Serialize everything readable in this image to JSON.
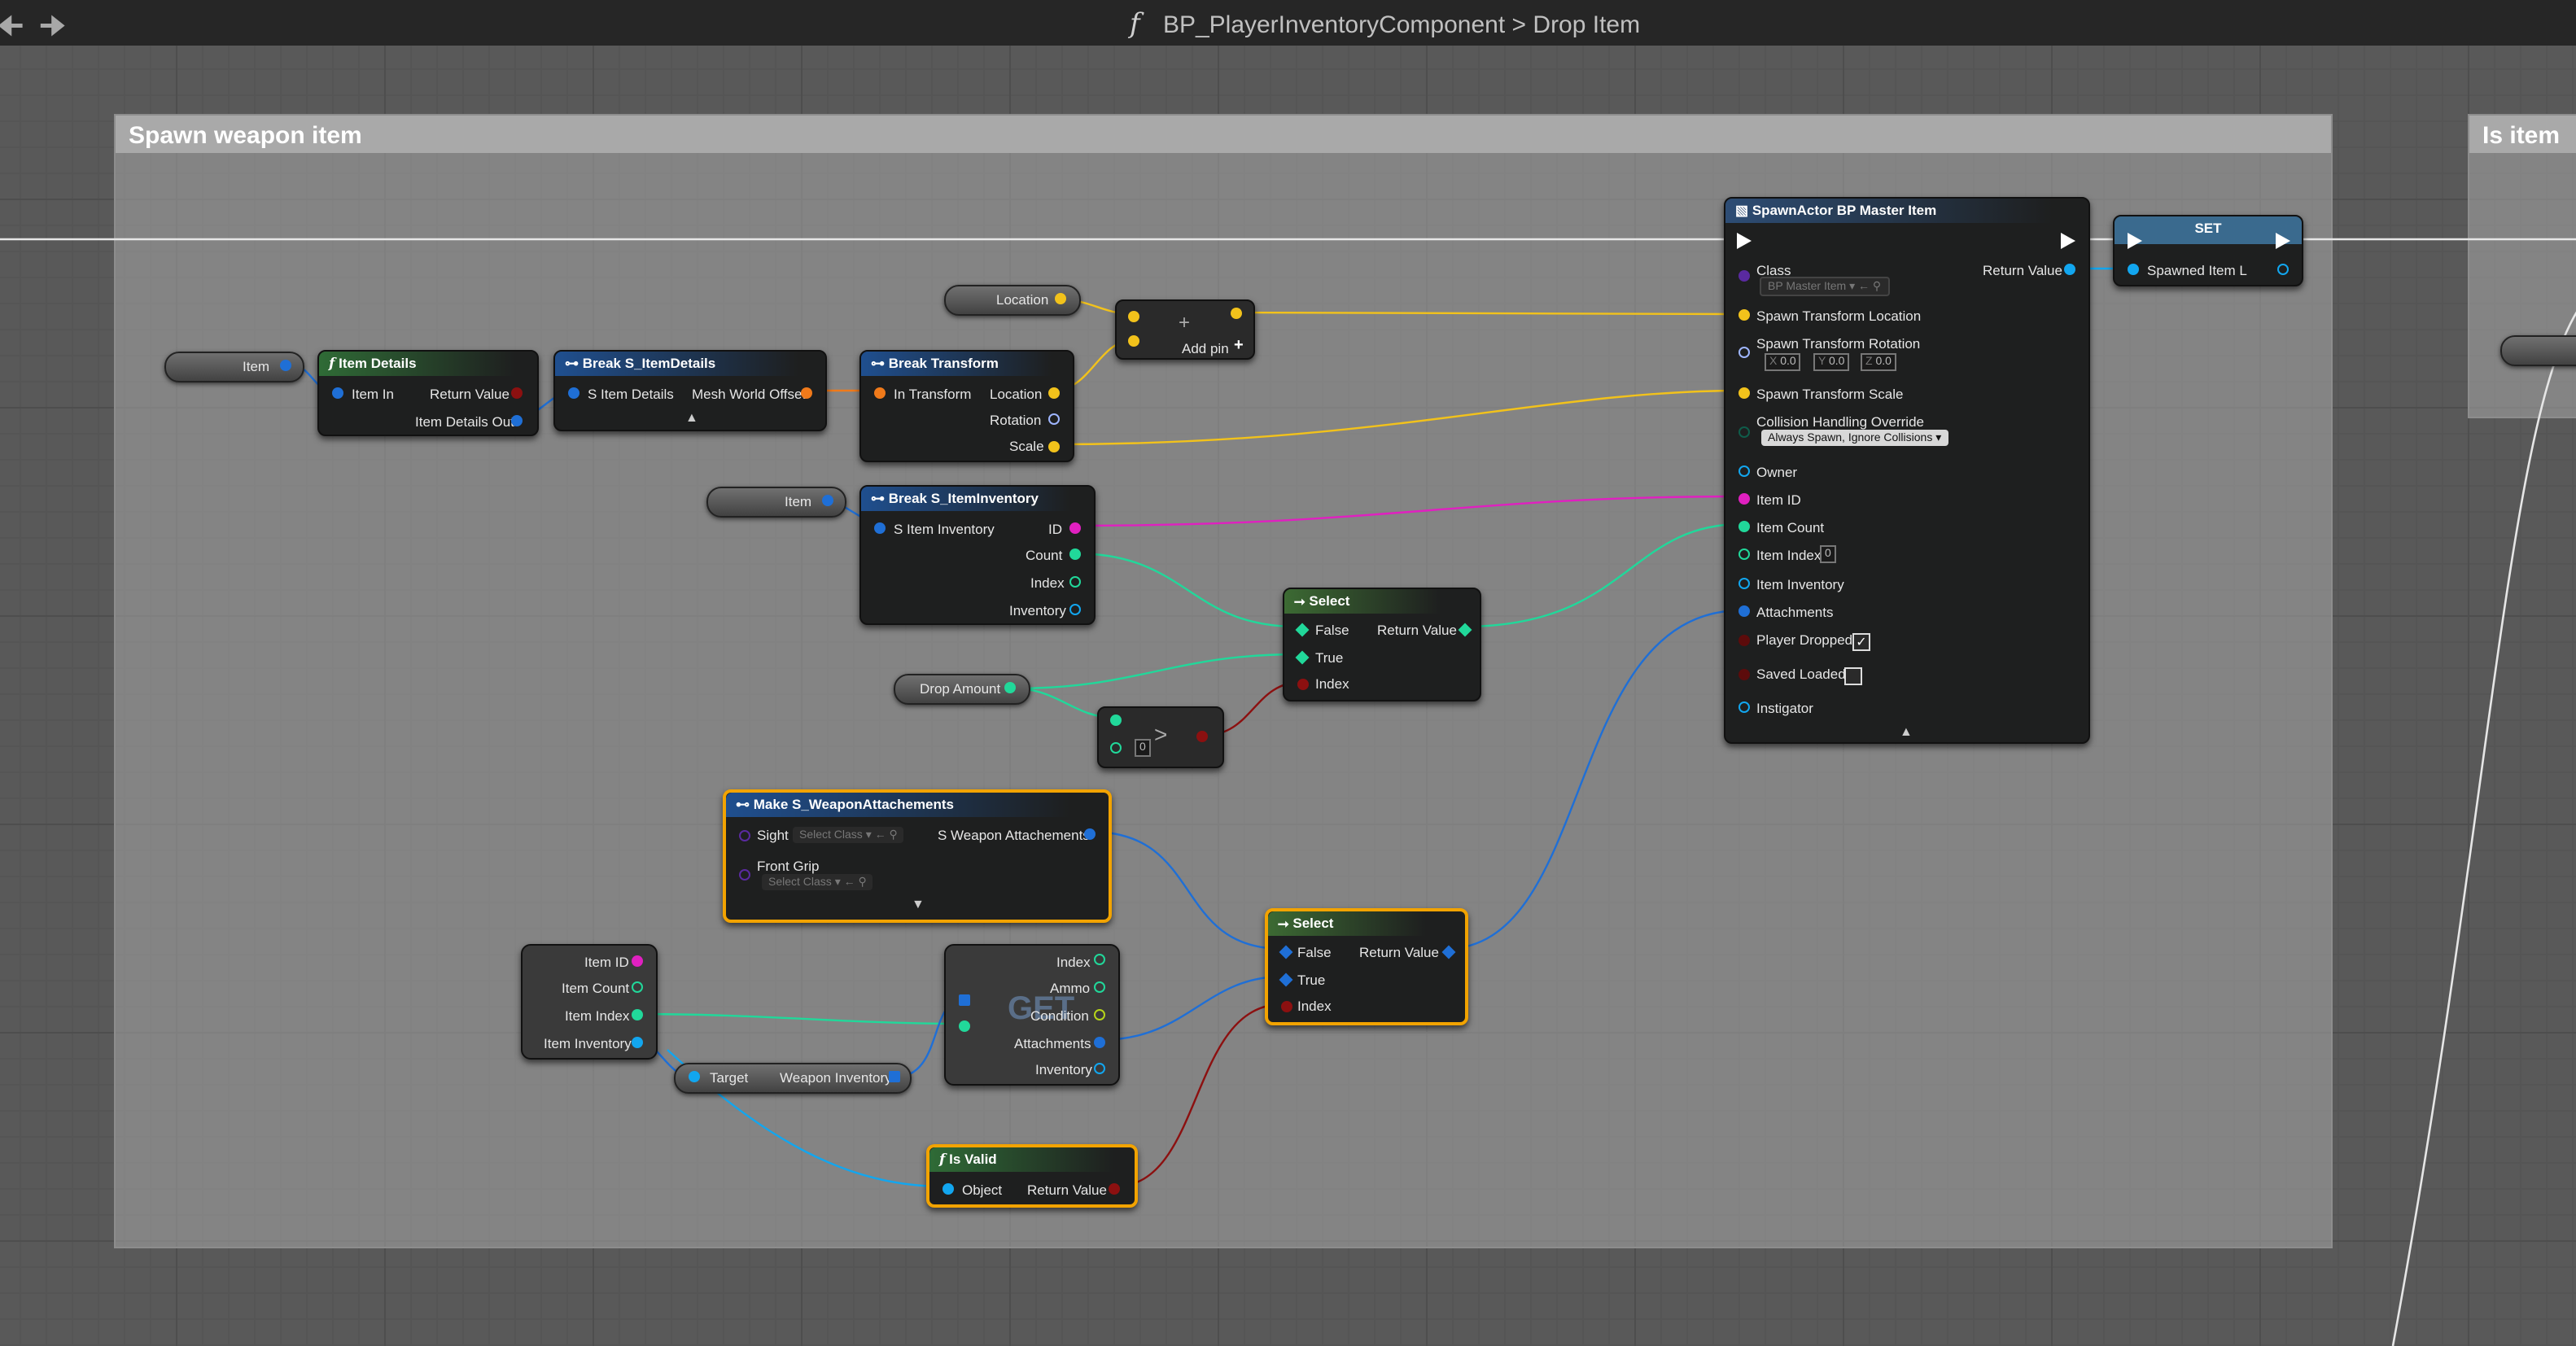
{
  "topbar": {
    "title_icon": "function-icon",
    "breadcrumb_parent": "BP_PlayerInventoryComponent",
    "breadcrumb_sep": ">",
    "breadcrumb_current": "Drop Item"
  },
  "comments": {
    "main": "Spawn weapon item",
    "right": "Is item"
  },
  "nodes": {
    "item_var1": "Item",
    "item_details": {
      "title": "Item Details",
      "in": "Item In",
      "ret": "Return Value",
      "out": "Item Details Out"
    },
    "break_item_details": {
      "title": "Break S_ItemDetails",
      "in": "S Item Details",
      "out": "Mesh World Offset"
    },
    "location_var": "Location",
    "add_pin": "Add pin",
    "break_transform": {
      "title": "Break Transform",
      "in": "In Transform",
      "loc": "Location",
      "rot": "Rotation",
      "scale": "Scale"
    },
    "item_var2": "Item",
    "break_inventory": {
      "title": "Break S_ItemInventory",
      "in": "S Item Inventory",
      "id": "ID",
      "count": "Count",
      "index": "Index",
      "inventory": "Inventory"
    },
    "select1": {
      "title": "Select",
      "false": "False",
      "true": "True",
      "index": "Index",
      "ret": "Return Value"
    },
    "drop_amount": "Drop Amount",
    "greater": {
      "symbol": ">",
      "value": "0"
    },
    "spawn": {
      "title": "SpawnActor BP Master Item",
      "class_label": "Class",
      "class_value": "BP Master Item",
      "ret": "Return Value",
      "loc": "Spawn Transform Location",
      "rot": "Spawn Transform Rotation",
      "rx_label": "X",
      "rx": "0.0",
      "ry_label": "Y",
      "ry": "0.0",
      "rz_label": "Z",
      "rz": "0.0",
      "scale": "Spawn Transform Scale",
      "collision": "Collision Handling Override",
      "collision_value": "Always Spawn, Ignore Collisions",
      "owner": "Owner",
      "item_id": "Item ID",
      "item_count": "Item Count",
      "item_index": "Item Index",
      "item_index_value": "0",
      "item_inventory": "Item Inventory",
      "attachments": "Attachments",
      "player_dropped": "Player Dropped",
      "player_dropped_checked": true,
      "saved_loaded": "Saved Loaded",
      "saved_loaded_checked": false,
      "instigator": "Instigator"
    },
    "set": {
      "title": "SET",
      "var": "Spawned Item L"
    },
    "make_attach": {
      "title": "Make S_WeaponAttachements",
      "sight": "Sight",
      "sight_value": "Select Class",
      "out": "S Weapon Attachements",
      "front": "Front Grip",
      "front_value": "Select Class"
    },
    "struct_var": {
      "id": "Item ID",
      "count": "Item Count",
      "index": "Item Index",
      "inventory": "Item Inventory"
    },
    "get": {
      "watermark": "GET",
      "index": "Index",
      "ammo": "Ammo",
      "condition": "Condition",
      "attachments": "Attachments",
      "inventory": "Inventory"
    },
    "weapon_inv": {
      "target": "Target",
      "out": "Weapon Inventory"
    },
    "select2": {
      "title": "Select",
      "false": "False",
      "true": "True",
      "index": "Index",
      "ret": "Return Value"
    },
    "is_valid": {
      "title": "Is Valid",
      "in": "Object",
      "ret": "Return Value"
    }
  },
  "pin_colors": {
    "exec": "#ffffff",
    "struct_blue": "#1f6fd6",
    "vector": "#f2c21b",
    "transform": "#f07a1a",
    "name": "#e020c0",
    "int": "#21d89a",
    "bool": "#8c1010",
    "object": "#12a6ef",
    "class": "#5a2aa0"
  }
}
